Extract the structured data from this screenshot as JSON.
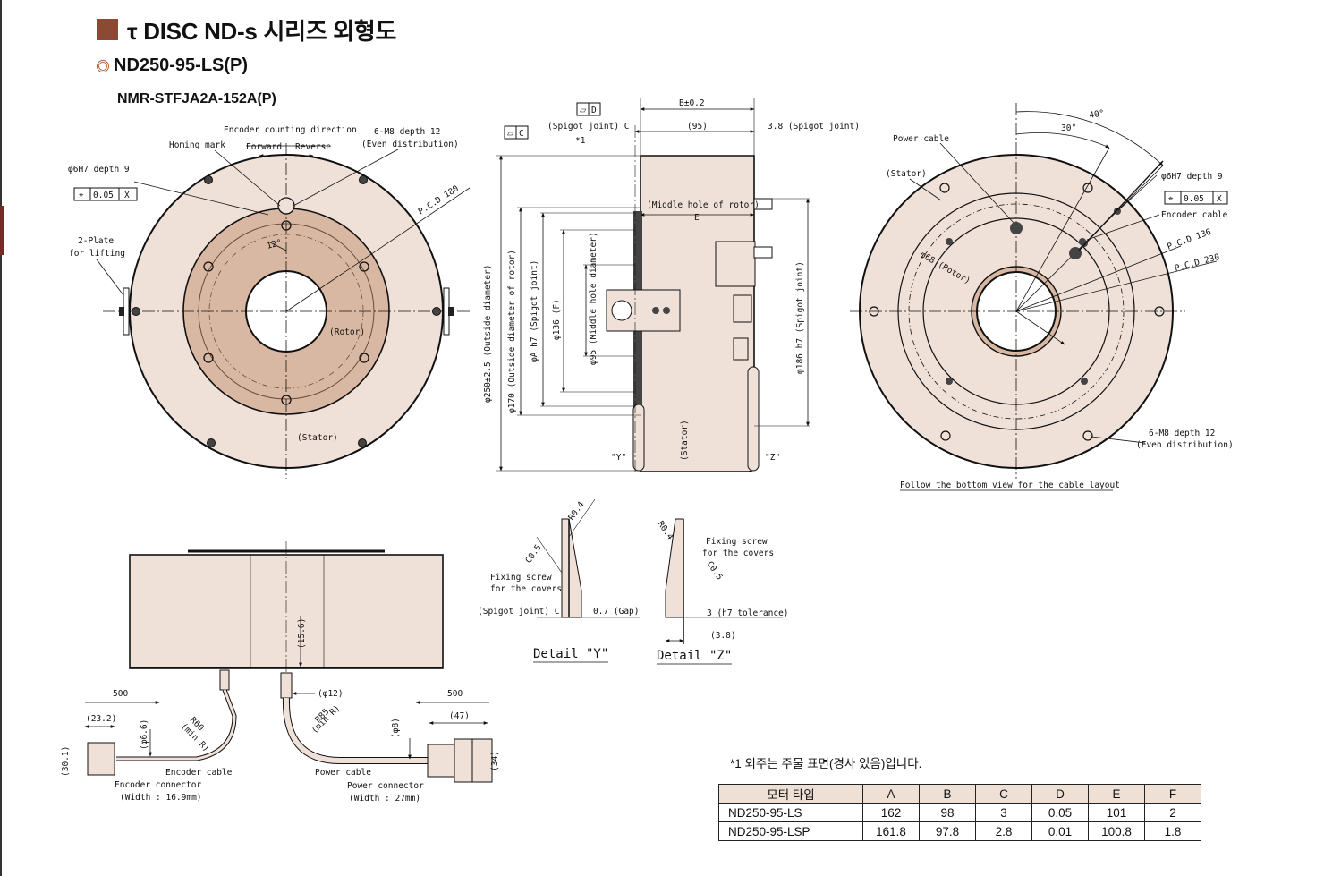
{
  "header": {
    "title": "τ DISC ND-s 시리즈  외형도",
    "model": "ND250-95-LS(P)",
    "encoder_model": "NMR-STFJA2A-152A(P)"
  },
  "colors": {
    "title_square": "#8b4a33",
    "stator_fill": "#efe0d8",
    "rotor_fill": "#d9b8a3",
    "table_header_fill": "#efe0d6"
  },
  "front_view": {
    "labels": {
      "encoder_dir": "Encoder counting direction",
      "forward": "Forward",
      "reverse": "Reverse",
      "homing": "Homing mark",
      "depth9": "φ6H7 depth 9",
      "tol": "0.05",
      "datum": "X",
      "plate1": "2-Plate",
      "plate2": "for lifting",
      "m8a": "6-M8 depth 12",
      "m8b": "(Even distribution)",
      "pcd": "P.C.D 180",
      "rotor": "(Rotor)",
      "stator": "(Stator)",
      "angle": "12°"
    }
  },
  "side_view": {
    "labels": {
      "b": "B±0.2",
      "spigot_c": "(Spigot joint) C",
      "d95": "(95)",
      "spigot38": "3.8 (Spigot joint)",
      "note1": "*1",
      "middle_hole": "(Middle hole of rotor)",
      "e": "E",
      "od": "φ250±2.5 (Outside diameter)",
      "od_rotor": "φ170 (Outside diameter of rotor)",
      "a_spigot": "φA h7 (Spigot joint)",
      "f": "φ136 (F)",
      "mhd": "φ95 (Middle hole diameter)",
      "d186": "φ186 h7 (Spigot joint)",
      "stator": "(Stator)",
      "y": "\"Y\"",
      "z": "\"Z\"",
      "fd_flat": "D",
      "fd_c": "C"
    }
  },
  "back_view": {
    "labels": {
      "power": "Power cable",
      "stator": "(Stator)",
      "a40": "40°",
      "a30": "30°",
      "depth9": "φ6H7 depth 9",
      "tol": "0.05",
      "datum": "X",
      "enc": "Encoder cable",
      "pcd136": "P.C.D 136",
      "pcd230": "P.C.D 230",
      "rotor": "φ68 (Rotor)",
      "m8a": "6-M8 depth 12",
      "m8b": "(Even distribution)",
      "follow": "Follow the bottom view for the cable layout"
    }
  },
  "detail_y": {
    "labels": {
      "r04": "R0.4",
      "c05": "C0.5",
      "fix1": "Fixing screw",
      "fix2": "for the covers",
      "spigot": "(Spigot joint) C",
      "gap": "0.7 (Gap)",
      "title": "Detail \"Y\""
    }
  },
  "detail_z": {
    "labels": {
      "r04": "R0.4",
      "c05": "C0.5",
      "fix1": "Fixing screw",
      "fix2": "for the covers",
      "h7": "3 (h7 tolerance)",
      "d38": "(3.8)",
      "title": "Detail \"Z\""
    }
  },
  "bottom_view": {
    "labels": {
      "d156": "(15.6)",
      "d12": "(φ12)",
      "l500a": "500",
      "l500b": "500",
      "d232": "(23.2)",
      "d66": "(φ6.6)",
      "r60a": "R60",
      "r60b": "(min R)",
      "d301": "(30.1)",
      "enc_cable": "Encoder cable",
      "enc_conn": "Encoder connector",
      "enc_w": "(Width : 16.9mm)",
      "r85a": "R85",
      "r85b": "(min R)",
      "d8": "(φ8)",
      "d47": "(47)",
      "d34": "(34)",
      "pw_cable": "Power cable",
      "pw_conn": "Power connector",
      "pw_w": "(Width : 27mm)"
    }
  },
  "footnote": "*1  외주는 주물 표면(경사 있음)입니다.",
  "spec_table": {
    "headers": [
      "모터 타입",
      "A",
      "B",
      "C",
      "D",
      "E",
      "F"
    ],
    "rows": [
      [
        "ND250-95-LS",
        "162",
        "98",
        "3",
        "0.05",
        "101",
        "2"
      ],
      [
        "ND250-95-LSP",
        "161.8",
        "97.8",
        "2.8",
        "0.01",
        "100.8",
        "1.8"
      ]
    ]
  }
}
